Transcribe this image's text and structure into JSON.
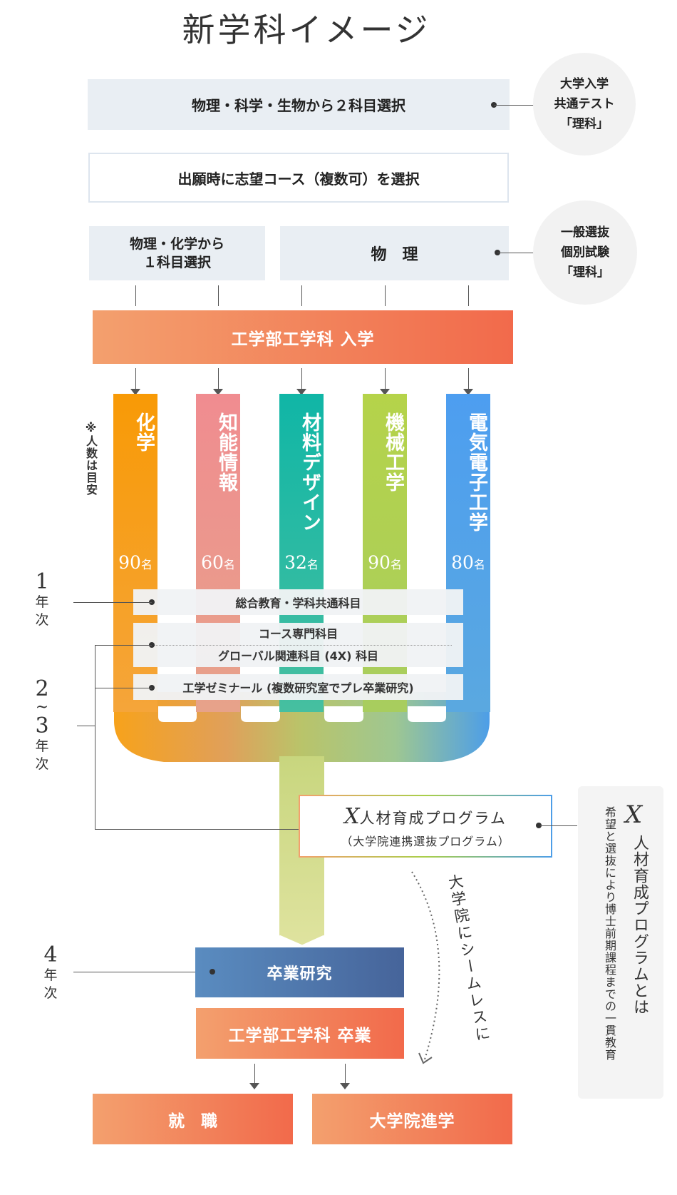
{
  "title": "新学科イメージ",
  "exam": {
    "common_box": "物理・科学・生物から２科目選択",
    "common_circle": [
      "大学入学",
      "共通テスト",
      "「理科」"
    ],
    "course_box": "出願時に志望コース（複数可）を選択",
    "select_box": [
      "物理・化学から",
      "１科目選択"
    ],
    "physics_box": "物　理",
    "general_circle": [
      "一般選抜",
      "個別試験",
      "「理科」"
    ]
  },
  "admission": "工学部工学科 入学",
  "note": "※人数は目安",
  "courses": [
    {
      "name": "化学",
      "count": "90",
      "unit": "名",
      "color": "#f7a21b"
    },
    {
      "name": "知能情報",
      "count": "60",
      "unit": "名",
      "color": "#ef8b8c"
    },
    {
      "name": "材料デザイン",
      "count": "32",
      "unit": "名",
      "color": "#19b6a3"
    },
    {
      "name": "機械工学",
      "count": "90",
      "unit": "名",
      "color": "#a9cf4a"
    },
    {
      "name": "電気電子工学",
      "count": "80",
      "unit": "名",
      "color": "#4d9ee8"
    }
  ],
  "years": {
    "y1": {
      "num": "1",
      "chars": [
        "年",
        "次"
      ]
    },
    "y23": {
      "num1": "2",
      "tilde": "~",
      "num2": "3",
      "chars": [
        "年",
        "次"
      ]
    },
    "y4": {
      "num": "4",
      "chars": [
        "年",
        "次"
      ]
    }
  },
  "strips": {
    "general": "総合教育・学科共通科目",
    "course": "コース専門科目",
    "global": "グローバル関連科目 (4X) 科目",
    "seminar": "工学ゼミナール (複数研究室でプレ卒業研究)"
  },
  "x_program": {
    "letter": "X",
    "name": "人材育成プログラム",
    "sub": "（大学院連携選抜プログラム）"
  },
  "x_info": {
    "letter": "X",
    "title": "人材育成プログラムとは",
    "desc": "希望と選抜により博士前期課程までの一貫教育"
  },
  "seamless": "大学院にシームレスに",
  "graduation_research": "卒業研究",
  "graduation": "工学部工学科 卒業",
  "outcomes": {
    "job": "就　職",
    "grad_school": "大学院進学"
  }
}
